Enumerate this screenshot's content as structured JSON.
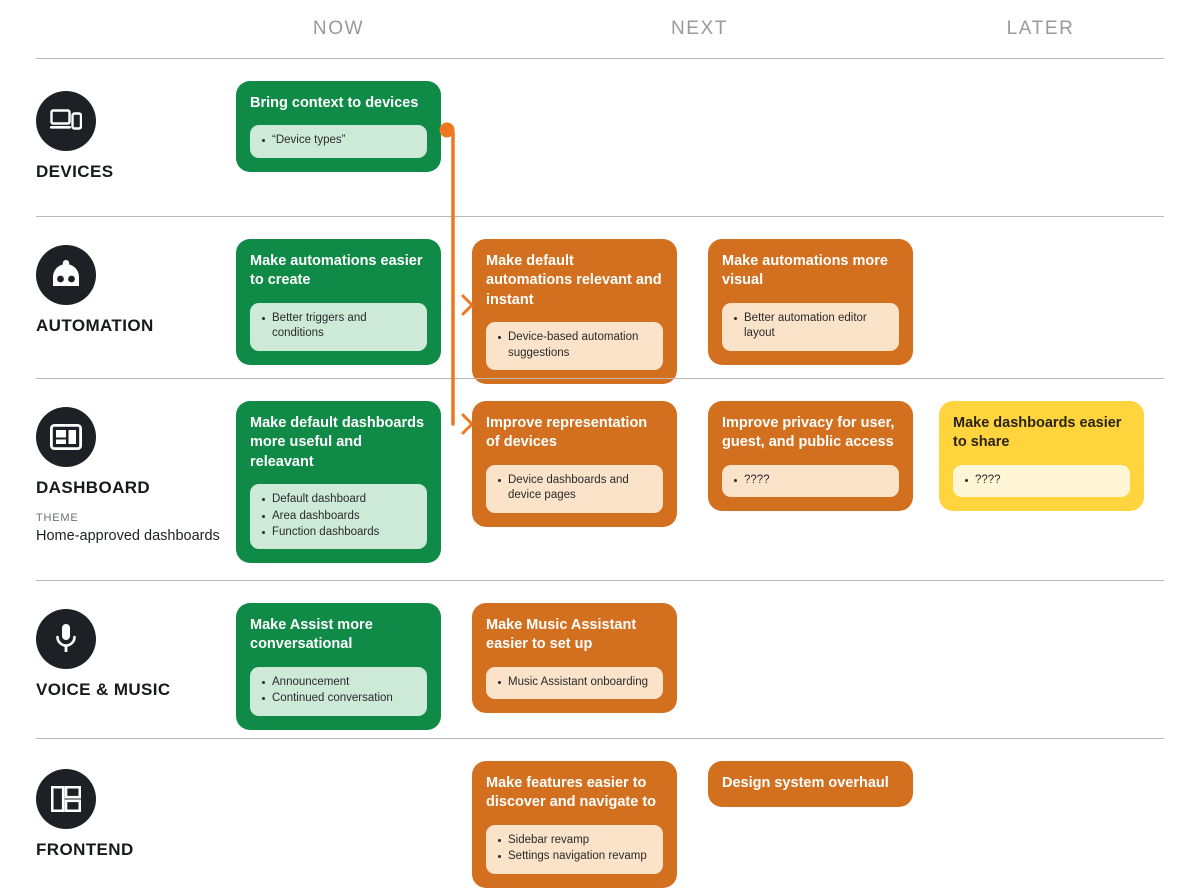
{
  "columns": [
    {
      "id": "now",
      "label": "NOW"
    },
    {
      "id": "next",
      "label": "NEXT"
    },
    {
      "id": "later",
      "label": "LATER"
    }
  ],
  "colors": {
    "now_green": "#0f8a47",
    "next_orange": "#d2701f",
    "later_yellow": "#ffd43c",
    "icon_circle": "#1d2024",
    "connector": "#f07721",
    "rule": "#b9b9b9",
    "header_text": "#9a9a9a"
  },
  "rows": [
    {
      "id": "devices",
      "label": "DEVICES",
      "icon": "devices-icon",
      "theme": null,
      "cards": [
        {
          "column": "now",
          "tone": "green",
          "title": "Bring context to devices",
          "bullets": [
            "“Device types”"
          ]
        }
      ]
    },
    {
      "id": "automation",
      "label": "AUTOMATION",
      "icon": "robot-icon",
      "theme": null,
      "cards": [
        {
          "column": "now",
          "tone": "green",
          "title": "Make automations easier to create",
          "bullets": [
            "Better triggers and conditions"
          ]
        },
        {
          "column": "next",
          "tone": "orange",
          "title": "Make default automations relevant and instant",
          "bullets": [
            "Device-based automation suggestions"
          ]
        },
        {
          "column": "next2",
          "tone": "orange",
          "title": "Make automations more visual",
          "bullets": [
            "Better automation editor layout"
          ]
        }
      ]
    },
    {
      "id": "dashboard",
      "label": "DASHBOARD",
      "icon": "dashboard-icon",
      "theme": {
        "kicker": "THEME",
        "text": "Home-approved dashboards"
      },
      "cards": [
        {
          "column": "now",
          "tone": "green",
          "title": "Make default dashboards more useful and releavant",
          "bullets": [
            "Default dashboard",
            "Area dashboards",
            "Function dashboards"
          ]
        },
        {
          "column": "next",
          "tone": "orange",
          "title": "Improve representation of devices",
          "bullets": [
            "Device dashboards and device pages"
          ]
        },
        {
          "column": "next2",
          "tone": "orange",
          "title": "Improve privacy for user, guest, and public access",
          "bullets": [
            "????"
          ]
        },
        {
          "column": "later",
          "tone": "yellow",
          "title": "Make dashboards easier to share",
          "bullets": [
            "????"
          ]
        }
      ]
    },
    {
      "id": "voice-music",
      "label": "VOICE & MUSIC",
      "icon": "microphone-icon",
      "theme": null,
      "cards": [
        {
          "column": "now",
          "tone": "green",
          "title": "Make Assist more conversational",
          "bullets": [
            "Announcement",
            "Continued conversation"
          ]
        },
        {
          "column": "next",
          "tone": "orange",
          "title": "Make Music Assistant easier to set up",
          "bullets": [
            "Music Assistant onboarding"
          ]
        }
      ]
    },
    {
      "id": "frontend",
      "label": "FRONTEND",
      "icon": "layout-icon",
      "theme": null,
      "cards": [
        {
          "column": "next",
          "tone": "orange",
          "title": "Make features easier to discover and navigate to",
          "bullets": [
            "Sidebar revamp",
            "Settings navigation revamp"
          ]
        },
        {
          "column": "next2",
          "tone": "orange",
          "title": "Design system overhaul",
          "bullets": []
        }
      ]
    }
  ]
}
